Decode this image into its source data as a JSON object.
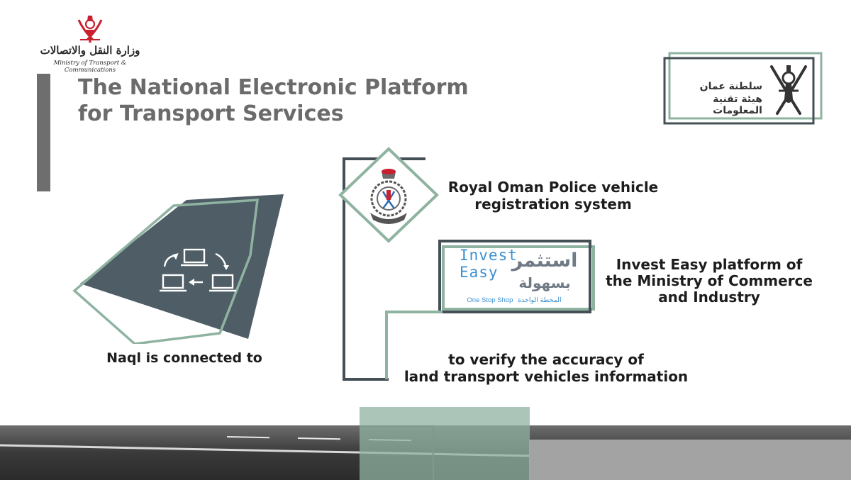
{
  "ministry": {
    "name_ar": "وزارة النقل والاتصالات",
    "name_en": "Ministry of Transport & Communications",
    "logo_icon": "oman-emblem-icon"
  },
  "title": {
    "line1": "The National Electronic Platform",
    "line2": "for Transport Services"
  },
  "ita": {
    "line1_ar": "سلطنة عمان",
    "line2_ar": "هيئة تقنية المعلومات",
    "logo_icon": "oman-khanjar-emblem-icon"
  },
  "naql": {
    "label": "Naql is connected to",
    "icon": "connected-laptops-icon"
  },
  "rop": {
    "label_line1": "Royal Oman Police vehicle",
    "label_line2": "registration system",
    "logo_icon": "royal-oman-police-emblem-icon"
  },
  "invest_easy": {
    "word1": "Invest",
    "word2": "Easy",
    "ar_line1": "استثمر",
    "ar_line2": "بسهولة",
    "tagline_en": "One Stop Shop",
    "tagline_ar": "المحطة الواحدة",
    "label_line1": "Invest Easy platform of",
    "label_line2": "the Ministry of Commerce",
    "label_line3": "and Industry"
  },
  "verify": {
    "line1": "to verify the accuracy of",
    "line2": "land transport vehicles information"
  },
  "colors": {
    "accent_green": "#8fb3a1",
    "dark_slate": "#4f5d66",
    "frame_dark": "#454f56",
    "title_gray": "#6b6b6b",
    "invest_blue": "#3b8fd1"
  }
}
